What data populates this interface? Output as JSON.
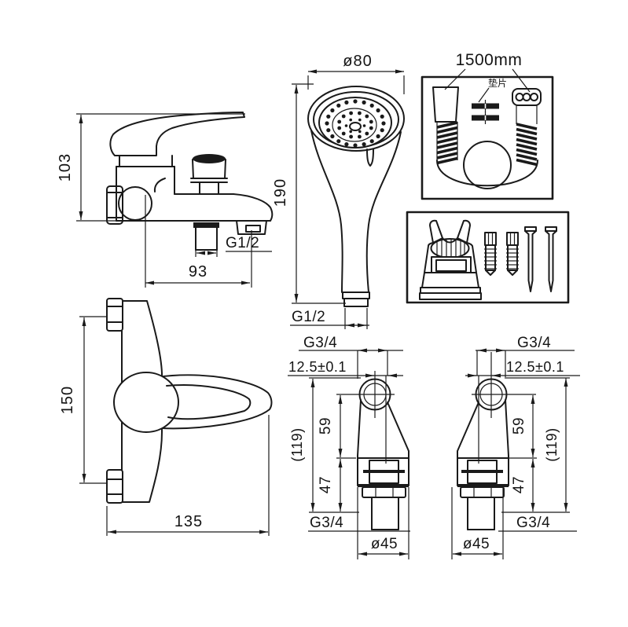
{
  "drawing": {
    "kind": "technical-installation-drawing",
    "product": "bath-shower mixer with hand shower set",
    "colors": {
      "background": "#ffffff",
      "ink": "#1a1a1a"
    }
  },
  "views": {
    "mixer_side": {
      "dims": {
        "height": "103",
        "spacing": "93"
      },
      "labels": {
        "outlet_thread": "G1/2"
      }
    },
    "hand_shower": {
      "dims": {
        "head_diameter": "ø80",
        "length": "190"
      },
      "labels": {
        "thread": "G1/2"
      }
    },
    "hose_kit": {
      "labels": {
        "hose_length": "1500mm",
        "washers": "垫片"
      }
    },
    "mixer_front": {
      "dims": {
        "height": "150",
        "width": "135"
      }
    },
    "eccentric_left": {
      "labels": {
        "thread_top": "G3/4",
        "thread_bottom": "G3/4"
      },
      "dims": {
        "offset": "12.5±0.1",
        "upper": "59",
        "lower": "47",
        "overall": "(119)",
        "flange_diameter": "ø45"
      }
    },
    "eccentric_right": {
      "labels": {
        "thread_top": "G3/4",
        "thread_bottom": "G3/4"
      },
      "dims": {
        "offset": "12.5±0.1",
        "upper": "59",
        "lower": "47",
        "overall": "(119)",
        "flange_diameter": "ø45"
      }
    }
  }
}
